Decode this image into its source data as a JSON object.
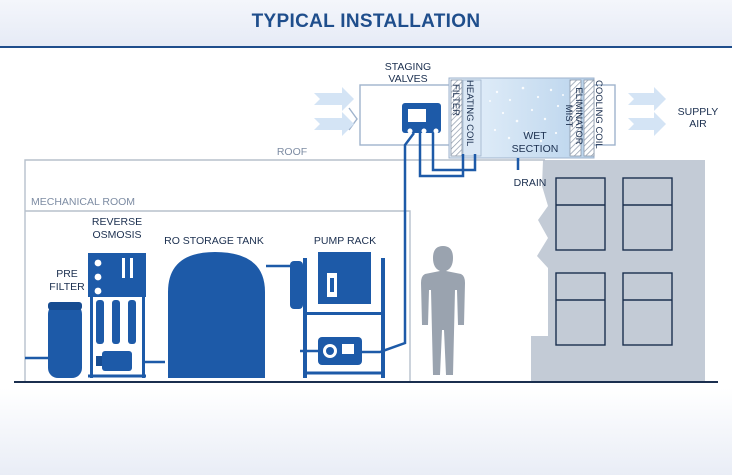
{
  "title": "TYPICAL INSTALLATION",
  "colors": {
    "primary_blue": "#1d5aa8",
    "header_text": "#1f4e8c",
    "building_gray": "#c3cbd6",
    "person_gray": "#9aa3af",
    "room_line": "#b7c0cc",
    "duct_line": "#9fb3cc",
    "label_text": "#1b2f4f",
    "room_label": "#7d8ca3"
  },
  "labels": {
    "staging_valves": [
      "STAGING",
      "VALVES"
    ],
    "supply_air": [
      "SUPPLY",
      "AIR"
    ],
    "roof": "ROOF",
    "mechanical_room": "MECHANICAL ROOM",
    "reverse_osmosis": [
      "REVERSE",
      "OSMOSIS"
    ],
    "pre_filter": [
      "PRE",
      "FILTER"
    ],
    "ro_storage_tank": "RO STORAGE TANK",
    "pump_rack": "PUMP RACK",
    "wet_section": [
      "WET",
      "SECTION"
    ],
    "drain": "DRAIN",
    "filter": "FILTER",
    "heating_coil": "HEATING COIL",
    "mist_eliminator": [
      "MIST",
      "ELIMINATOR"
    ],
    "cooling_coil": "COOLING COIL"
  }
}
